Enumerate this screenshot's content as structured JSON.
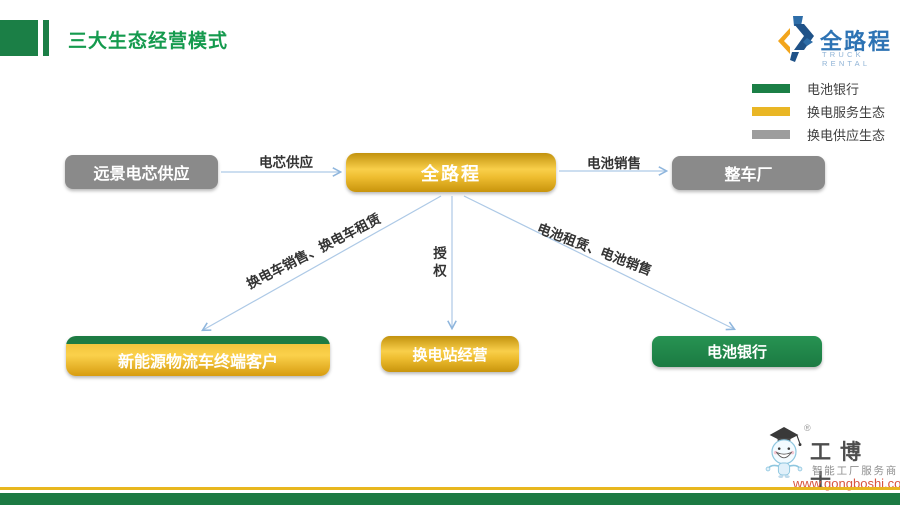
{
  "title": "三大生态经营模式",
  "logo": {
    "name": "全路程",
    "subtitle": "TRUCK RENTAL"
  },
  "legend": {
    "items": [
      {
        "label": "电池银行",
        "color": "#1b7f46"
      },
      {
        "label": "换电服务生态",
        "color": "#e9b625"
      },
      {
        "label": "换电供应生态",
        "color": "#9d9d9d"
      }
    ]
  },
  "diagram": {
    "nodes": {
      "cell_supplier": "远景电芯供应",
      "company": "全路程",
      "oem": "整车厂",
      "end_customers": "新能源物流车终端客户",
      "swap_station": "换电站经营",
      "battery_bank": "电池银行"
    },
    "edges": {
      "cell_supply": "电芯供应",
      "battery_sale": "电池销售",
      "vehicle_sale_lease": "换电车销售、换电车租赁",
      "authorization": "授权",
      "battery_lease_sale": "电池租赁、电池销售"
    }
  },
  "watermark": {
    "brand": "工博士",
    "reg": "®",
    "tagline": "智能工厂服务商",
    "url": "www.gongboshi.com"
  },
  "colors": {
    "brand_green": "#1b7f46",
    "title_green": "#159a4e",
    "gold": "#e9b625",
    "gray": "#8a8a8a",
    "arrow_blue": "#adc9e6",
    "logo_blue": "#2d73b4",
    "url_red": "#d85540"
  }
}
